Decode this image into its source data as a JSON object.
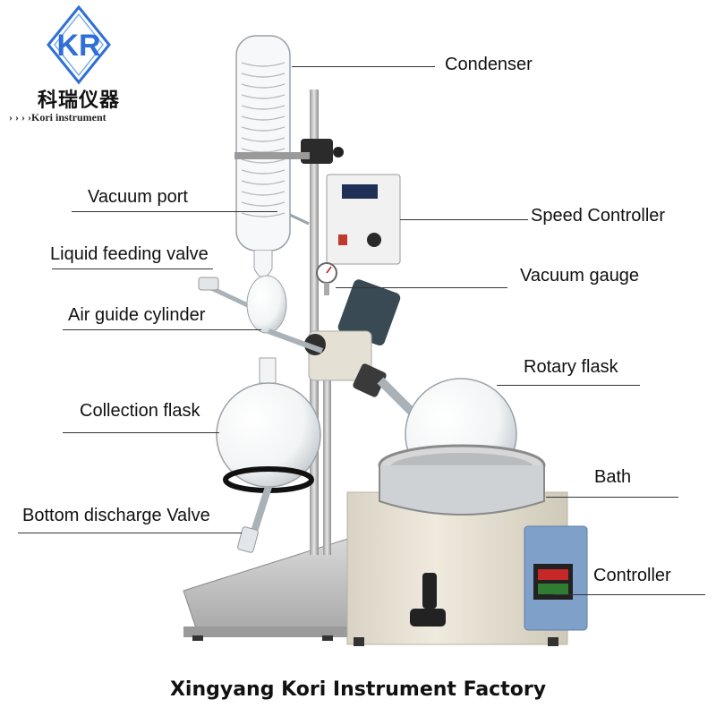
{
  "brand": {
    "logo_letters": "KR",
    "name_cn": "科瑞仪器",
    "name_en": "› › › ›Kori instrument"
  },
  "labels": {
    "condenser": "Condenser",
    "vacuum_port": "Vacuum port",
    "speed_controller": "Speed Controller",
    "liquid_feeding_valve": "Liquid feeding valve",
    "vacuum_gauge": "Vacuum gauge",
    "air_guide_cylinder": "Air guide cylinder",
    "rotary_flask": "Rotary flask",
    "collection_flask": "Collection flask",
    "bath": "Bath",
    "bottom_discharge_valve": "Bottom discharge Valve",
    "controller": "Controller"
  },
  "footer": {
    "text": "Xingyang Kori Instrument Factory"
  },
  "colors": {
    "logo_blue": "#2f6fd6",
    "logo_light_blue": "#7fb1f0",
    "bath_body": "#e9e4d6",
    "controller_box": "#7fa0c8",
    "motor": "#3a4a55",
    "display": "#1f2f55"
  }
}
